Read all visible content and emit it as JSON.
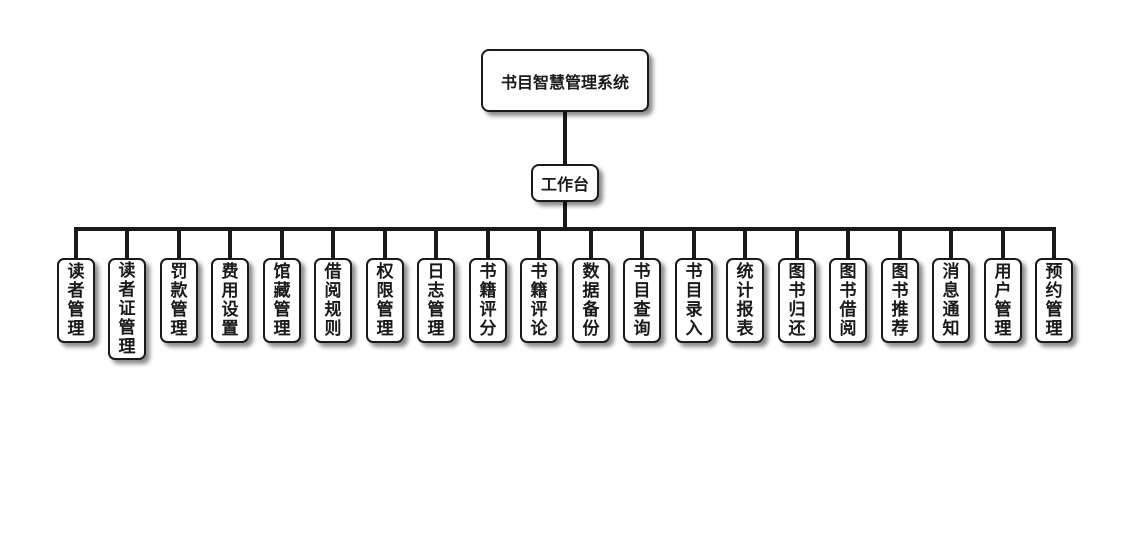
{
  "root": {
    "label": "书目智慧管理系统"
  },
  "hub": {
    "label": "工作台"
  },
  "modules": [
    {
      "label": "读者管理"
    },
    {
      "label": "读者证管理"
    },
    {
      "label": "罚款管理"
    },
    {
      "label": "费用设置"
    },
    {
      "label": "馆藏管理"
    },
    {
      "label": "借阅规则"
    },
    {
      "label": "权限管理"
    },
    {
      "label": "日志管理"
    },
    {
      "label": "书籍评分"
    },
    {
      "label": "书籍评论"
    },
    {
      "label": "数据备份"
    },
    {
      "label": "书目查询"
    },
    {
      "label": "书目录入"
    },
    {
      "label": "统计报表"
    },
    {
      "label": "图书归还"
    },
    {
      "label": "图书借阅"
    },
    {
      "label": "图书推荐"
    },
    {
      "label": "消息通知"
    },
    {
      "label": "用户管理"
    },
    {
      "label": "预约管理"
    }
  ],
  "colors": {
    "line": "#1a1a1a",
    "box_border": "#1a1a1a",
    "box_fill": "#ffffff",
    "text": "#1a1a1a"
  }
}
